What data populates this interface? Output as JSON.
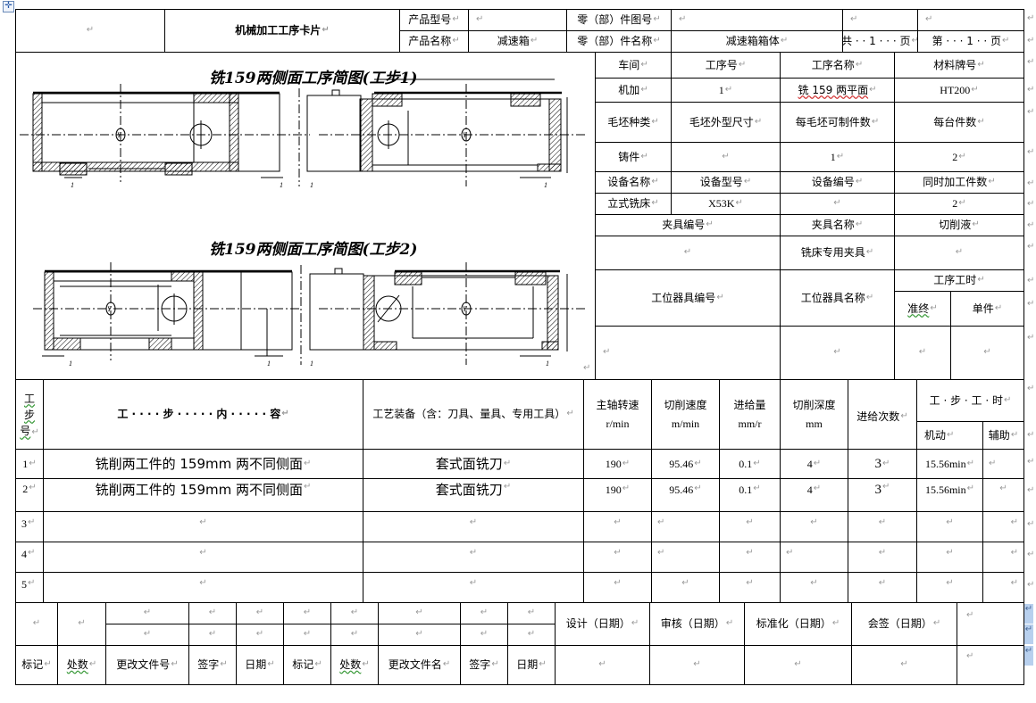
{
  "header": {
    "left_blank": "",
    "title": "机械加工工序卡片",
    "product_model_label": "产品型号",
    "product_model_value": "",
    "product_name_label": "产品名称",
    "product_name_value": "减速箱",
    "part_drawing_no_label": "零（部）件图号",
    "part_drawing_no_value": "",
    "part_name_label": "零（部）件名称",
    "part_name_value": "减速箱箱体",
    "blank_cell_1": "",
    "blank_cell_2": "",
    "total_pages": "共 · · 1 · · · 页",
    "page_no": "第 · · · 1 · · 页"
  },
  "sketch": {
    "title_step1": "铣159两侧面工序简图(工步1)",
    "title_step2": "铣159两侧面工序简图(工步2)",
    "axis_mark": "Y",
    "surface_mark": "1"
  },
  "info": {
    "workshop_label": "车间",
    "op_no_label": "工序号",
    "op_name_label": "工序名称",
    "material_label": "材料牌号",
    "workshop_value": "机加",
    "op_no_value": "1",
    "op_name_value": "铣 159 两平面",
    "material_value": "HT200",
    "blank_type_label": "毛坯种类",
    "blank_size_label": "毛坯外型尺寸",
    "parts_per_blank_label": "每毛坯可制件数",
    "parts_per_unit_label": "每台件数",
    "blank_type_value": "铸件",
    "blank_size_value": "",
    "parts_per_blank_value": "1",
    "parts_per_unit_value": "2",
    "equipment_name_label": "设备名称",
    "equipment_model_label": "设备型号",
    "equipment_no_label": "设备编号",
    "simultaneous_label": "同时加工件数",
    "equipment_name_value": "立式铣床",
    "equipment_model_value": "X53K",
    "equipment_no_value": "",
    "simultaneous_value": "2",
    "fixture_no_label": "夹具编号",
    "fixture_name_label": "夹具名称",
    "coolant_label": "切削液",
    "fixture_no_value": "",
    "fixture_name_value": "铣床专用夹具",
    "coolant_value": "",
    "station_tool_no_label": "工位器具编号",
    "station_tool_name_label": "工位器具名称",
    "op_time_label": "工序工时",
    "prep_label": "准终",
    "unit_label": "单件",
    "station_tool_no_value": "",
    "station_tool_name_value": "",
    "prep_value": "",
    "unit_value": ""
  },
  "steps_table": {
    "headers": {
      "step_no": [
        "工",
        "步",
        "号"
      ],
      "content": "工 · · · · 步 · · · · · 内 · · · · · 容",
      "equipment": "工艺装备（含：刀具、量具、专用工具）",
      "spindle_speed": "主轴转速",
      "spindle_speed_unit": "r/min",
      "cutting_speed": "切削速度",
      "cutting_speed_unit": "m/min",
      "feed": "进给量",
      "feed_unit": "mm/r",
      "depth": "切削深度",
      "depth_unit": "mm",
      "passes": "进给次数",
      "step_time": "工 · 步 · 工 · 时",
      "machine_time": "机动",
      "aux_time": "辅助"
    },
    "rows": [
      {
        "no": "1",
        "content": "铣削两工件的 159mm 两不同侧面",
        "equipment": "套式面铣刀",
        "spindle": "190",
        "speed": "95.46",
        "feed": "0.1",
        "depth": "4",
        "passes": "3",
        "machine": "15.56min",
        "aux": ""
      },
      {
        "no": "2",
        "content": "铣削两工件的 159mm 两不同侧面",
        "equipment": "套式面铣刀",
        "spindle": "190",
        "speed": "95.46",
        "feed": "0.1",
        "depth": "4",
        "passes": "3",
        "machine": "15.56min",
        "aux": ""
      },
      {
        "no": "3",
        "content": "",
        "equipment": "",
        "spindle": "",
        "speed": "",
        "feed": "",
        "depth": "",
        "passes": "",
        "machine": "",
        "aux": ""
      },
      {
        "no": "4",
        "content": "",
        "equipment": "",
        "spindle": "",
        "speed": "",
        "feed": "",
        "depth": "",
        "passes": "",
        "machine": "",
        "aux": ""
      },
      {
        "no": "5",
        "content": "",
        "equipment": "",
        "spindle": "",
        "speed": "",
        "feed": "",
        "depth": "",
        "passes": "",
        "machine": "",
        "aux": ""
      }
    ]
  },
  "footer": {
    "revision_labels": [
      "标记",
      "处数",
      "更改文件号",
      "签字",
      "日期",
      "标记",
      "处数",
      "更改文件名",
      "签字",
      "日期"
    ],
    "approval_labels": [
      "设计（日期）",
      "审核（日期）",
      "标准化（日期）",
      "会签（日期）"
    ],
    "approval_values": [
      "",
      "",
      "",
      ""
    ]
  }
}
